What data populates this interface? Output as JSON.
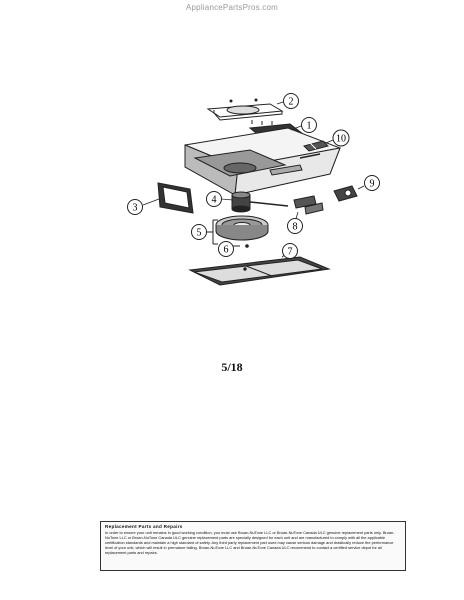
{
  "watermark": "AppliancePartsPros.com",
  "page_label": "5/18",
  "callouts": [
    {
      "id": "c1",
      "label": "1"
    },
    {
      "id": "c2",
      "label": "2"
    },
    {
      "id": "c3",
      "label": "3"
    },
    {
      "id": "c4",
      "label": "4"
    },
    {
      "id": "c5",
      "label": "5"
    },
    {
      "id": "c6",
      "label": "6"
    },
    {
      "id": "c7",
      "label": "7"
    },
    {
      "id": "c8",
      "label": "8"
    },
    {
      "id": "c9",
      "label": "9"
    },
    {
      "id": "c10",
      "label": "10"
    }
  ],
  "notice": {
    "title": "Replacement Parts and Repairs",
    "body": "In order to ensure your unit remains in good working condition, you must use Broan-NuTone LLC or Broan-NuTone Canada ULC genuine replacement parts only. Broan-NuTone LLC or Broan-NuTone Canada ULC genuine replacement parts are specially designed for each unit and are manufactured to comply with all the applicable certification standards and maintain a high standard of safety. Any third party replacement part used may cause serious damage and drastically reduce the performance level of your unit, which will result in premature failing. Broan-NuTone LLC and Broan-NuTone Canada ULC recommend to contact a certified service depot for all replacement parts and repairs."
  }
}
